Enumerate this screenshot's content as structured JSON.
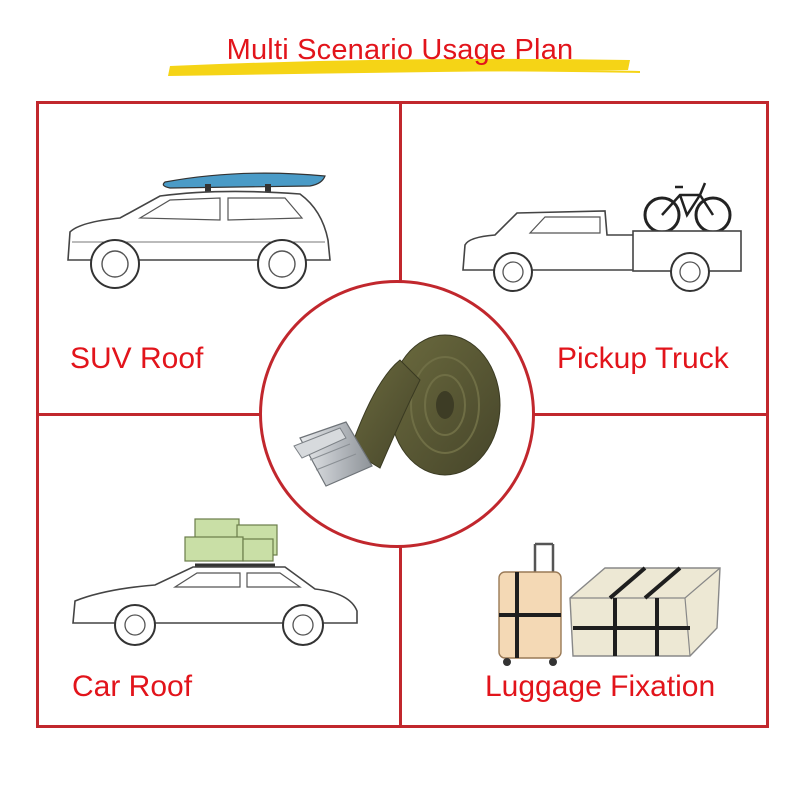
{
  "title": "Multi Scenario Usage Plan",
  "scenarios": [
    {
      "label": "SUV Roof",
      "icon": "suv-with-surfboard-icon"
    },
    {
      "label": "Pickup Truck",
      "icon": "pickup-truck-with-bike-icon"
    },
    {
      "label": "Car Roof",
      "icon": "sedan-with-boxes-icon"
    },
    {
      "label": "Luggage Fixation",
      "icon": "strapped-luggage-icon"
    }
  ],
  "product": {
    "icon": "cam-buckle-strap-icon"
  },
  "colors": {
    "accent_red": "#e2141b",
    "frame_red": "#c1272d",
    "highlight_yellow": "#f5d416",
    "strap_olive": "#5a5a32",
    "surfboard_blue": "#4a9bc7",
    "box_green": "#c9dfa6",
    "luggage_tan": "#f4d9b5"
  }
}
